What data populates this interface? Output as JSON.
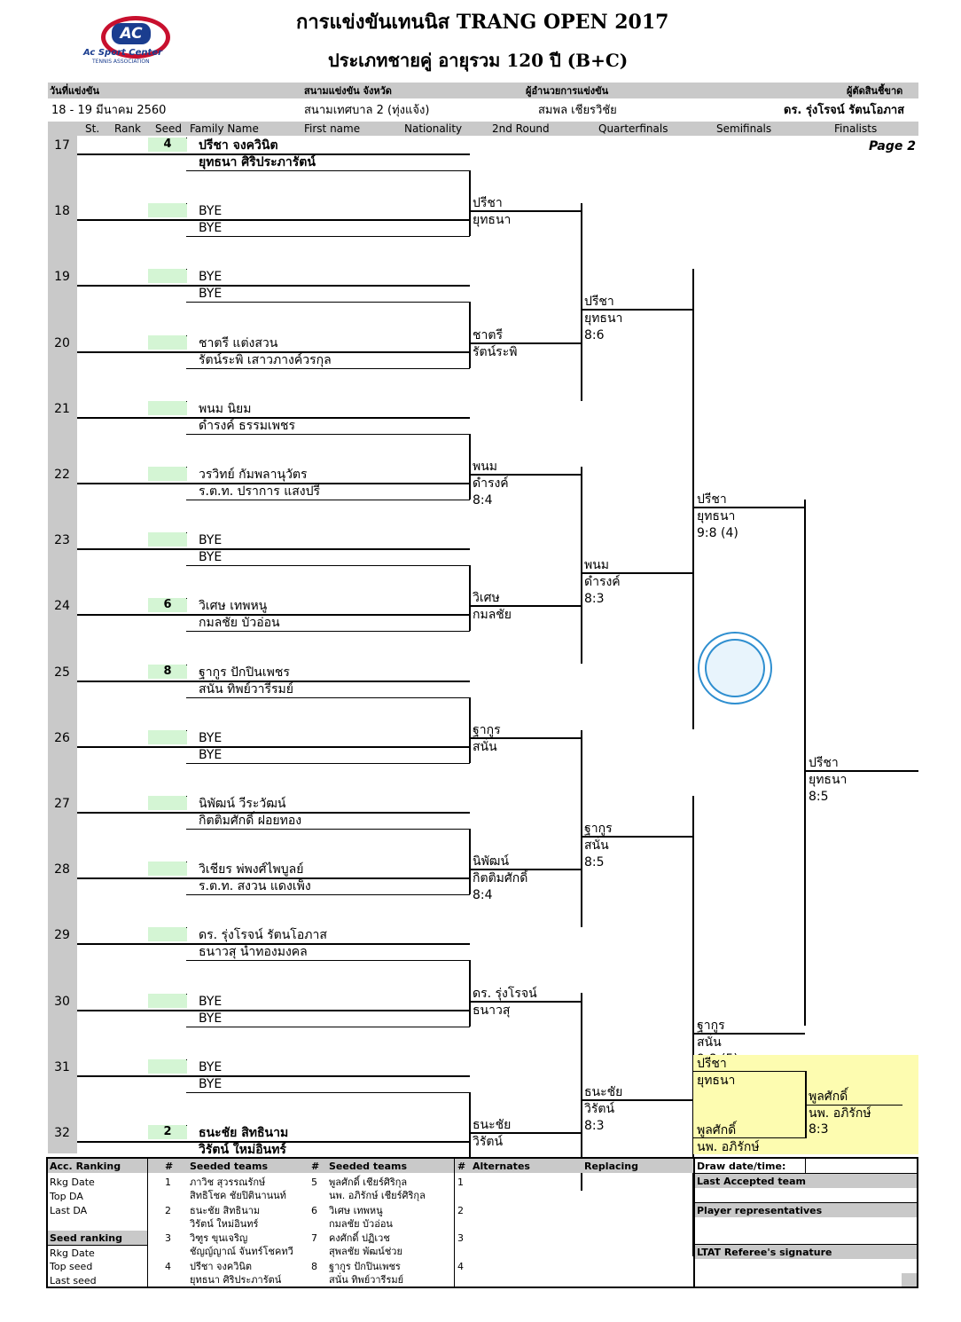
{
  "title": "การแข่งขันเทนนิส TRANG OPEN 2017",
  "subtitle": "ประเภทชายคู่ อายุรวม  120  ปี  (B+C)",
  "logo": {
    "mark": "AC",
    "line1": "Ac Sport Center",
    "line2": "TENNIS ASSOCIATION",
    "color_red": "#c8102e",
    "color_blue": "#1a3d8f"
  },
  "info": {
    "date_label": "วันที่แข่งขัน",
    "date_value": "18 - 19  มีนาคม  2560",
    "venue_label": "สนามแข่งขัน จังหวัด",
    "venue_value": "สนามเทศบาล 2 (ทุ่งแจ้ง)",
    "director_label": "ผู้อำนวยการแข่งขัน",
    "director_value": "สมพล  เชียรวิชัย",
    "referee_label": "ผู้ตัดสินชี้ขาด",
    "referee_value": "ดร. รุ่งโรจน์   รัตนโอภาส"
  },
  "columns": {
    "st": "St.",
    "rank": "Rank",
    "seed": "Seed",
    "family": "Family Name",
    "first": "First name",
    "nat": "Nationality",
    "r2": "2nd Round",
    "qf": "Quarterfinals",
    "sf": "Semifinals",
    "f": "Finalists"
  },
  "page_label": "Page 2",
  "draw": [
    {
      "no": "17",
      "seed": "4",
      "p1": "ปรีชา  จงควินิต",
      "p2": "ยุทธนา  ศิริประภารัตน์",
      "bold": true
    },
    {
      "no": "18",
      "seed": "",
      "p1": "BYE",
      "p2": "BYE"
    },
    {
      "no": "19",
      "seed": "",
      "p1": "BYE",
      "p2": "BYE"
    },
    {
      "no": "20",
      "seed": "",
      "p1": "ชาตรี   แต่งสวน",
      "p2": "รัตน์ระพิ   เสาวภางค์วรกุล"
    },
    {
      "no": "21",
      "seed": "",
      "p1": "พนม   นิยม",
      "p2": "ดำรงค์   ธรรมเพชร"
    },
    {
      "no": "22",
      "seed": "",
      "p1": "วรวิทย์  กัมพลานุวัตร",
      "p2": "ร.ต.ท. ปราการ  แสงปรี"
    },
    {
      "no": "23",
      "seed": "",
      "p1": "BYE",
      "p2": "BYE"
    },
    {
      "no": "24",
      "seed": "6",
      "p1": "วิเศษ  เทพหนู",
      "p2": "กมลชัย  บัวอ่อน"
    },
    {
      "no": "25",
      "seed": "8",
      "p1": "ฐากูร  ปักปินเพชร",
      "p2": "สนั่น  ทิพย์วารีรมย์"
    },
    {
      "no": "26",
      "seed": "",
      "p1": "BYE",
      "p2": "BYE"
    },
    {
      "no": "27",
      "seed": "",
      "p1": "นิพัฒน์  วีระวัฒน์",
      "p2": "กิตติมศักดิ์  ฝอยทอง"
    },
    {
      "no": "28",
      "seed": "",
      "p1": "วิเชียร  พ่พงศ์ไพบูลย์",
      "p2": "ร.ต.ท. สงวน  แดงเพ็ง"
    },
    {
      "no": "29",
      "seed": "",
      "p1": "ดร. รุ่งโรจน์   รัตนโอภาส",
      "p2": "ธนาวสุ  นำทองมงคล"
    },
    {
      "no": "30",
      "seed": "",
      "p1": "BYE",
      "p2": "BYE"
    },
    {
      "no": "31",
      "seed": "",
      "p1": "BYE",
      "p2": "BYE"
    },
    {
      "no": "32",
      "seed": "2",
      "p1": "ธนะชัย สิทธินาม",
      "p2": "วิรัตน์  ใหม่อินทร์",
      "bold": true
    }
  ],
  "r2": [
    {
      "p1": "ปรีชา",
      "p2": "ยุทธนา",
      "score": ""
    },
    {
      "p1": "ชาตรี",
      "p2": "รัตน์ระพิ",
      "score": ""
    },
    {
      "p1": "พนม",
      "p2": "ดำรงค์",
      "score": "8:4"
    },
    {
      "p1": "วิเศษ",
      "p2": "กมลชัย",
      "score": ""
    },
    {
      "p1": "ฐากูร",
      "p2": "สนั่น",
      "score": ""
    },
    {
      "p1": "นิพัฒน์",
      "p2": "กิตติมศักดิ์",
      "score": "8:4"
    },
    {
      "p1": "ดร. รุ่งโรจน์",
      "p2": "ธนาวสุ",
      "score": ""
    },
    {
      "p1": "ธนะชัย",
      "p2": "วิรัตน์",
      "score": ""
    }
  ],
  "qf": [
    {
      "p1": "ปรีชา",
      "p2": "ยุทธนา",
      "score": "8:6"
    },
    {
      "p1": "พนม",
      "p2": "ดำรงค์",
      "score": "8:3"
    },
    {
      "p1": "ฐากูร",
      "p2": "สนั่น",
      "score": "8:5"
    },
    {
      "p1": "ธนะชัย",
      "p2": "วิรัตน์",
      "score": "8:3"
    }
  ],
  "sf": [
    {
      "p1": "ปรีชา",
      "p2": "ยุทธนา",
      "score": "9:8 (4)"
    },
    {
      "p1": "ฐากูร",
      "p2": "สนั่น",
      "score": "9:8 (5)"
    }
  ],
  "final": {
    "p1": "ปรีชา",
    "p2": "ยุทธนา",
    "score": "8:5"
  },
  "other_match": {
    "a1": "ปรีชา",
    "a2": "ยุทธนา",
    "b1": "พูลศักดิ์",
    "b2": "นพ. อภิรักษ์",
    "w1": "พูลศักดิ์",
    "w2": "นพ. อภิรักษ์",
    "score": "8:3"
  },
  "bottom": {
    "acc_ranking": "Acc. Ranking",
    "rkg_date": "Rkg Date",
    "top_da": "Top DA",
    "last_da": "Last DA",
    "seed_ranking": "Seed ranking",
    "rkg_date2": "Rkg Date",
    "top_seed": "Top seed",
    "last_seed": "Last seed",
    "hash": "#",
    "seeded_teams": "Seeded teams",
    "alternates": "Alternates",
    "replacing": "Replacing",
    "seeds_left": [
      {
        "n": "1",
        "a": "ภาวิช  สุวรรณรักษ์",
        "b": "สิทธิโชค  ชัยปิตินานนท์"
      },
      {
        "n": "2",
        "a": "ธนะชัย  สิทธินาม",
        "b": "วิรัตน์  ใหม่อินทร์"
      },
      {
        "n": "3",
        "a": "วิฑูร  ขุนเจริญ",
        "b": "ชัญญ์ญาณ์  จันทร์โชคทวี"
      },
      {
        "n": "4",
        "a": "ปรีชา  จงควินิต",
        "b": "ยุทธนา  ศิริประภารัตน์"
      }
    ],
    "seeds_right": [
      {
        "n": "5",
        "a": "พูลศักดิ์  เชียร์ศิริกุล",
        "b": "นพ. อภิรักษ์  เชียร์ศิริกุล"
      },
      {
        "n": "6",
        "a": "วิเศษ  เทพหนู",
        "b": "กมลชัย  บัวอ่อน"
      },
      {
        "n": "7",
        "a": "คงศักดิ์  ปฏิเวช",
        "b": "สุพลชัย  พัฒน์ช่วย"
      },
      {
        "n": "8",
        "a": "ฐากูร  ปักปินเพชร",
        "b": "สนั่น  ทิพย์วารีรมย์"
      }
    ],
    "alt_nums": [
      "1",
      "2",
      "3",
      "4"
    ],
    "draw_date": "Draw date/time:",
    "last_accepted": "Last Accepted team",
    "player_reps": "Player representatives",
    "referee_sig": "LTAT Referee's signature"
  }
}
